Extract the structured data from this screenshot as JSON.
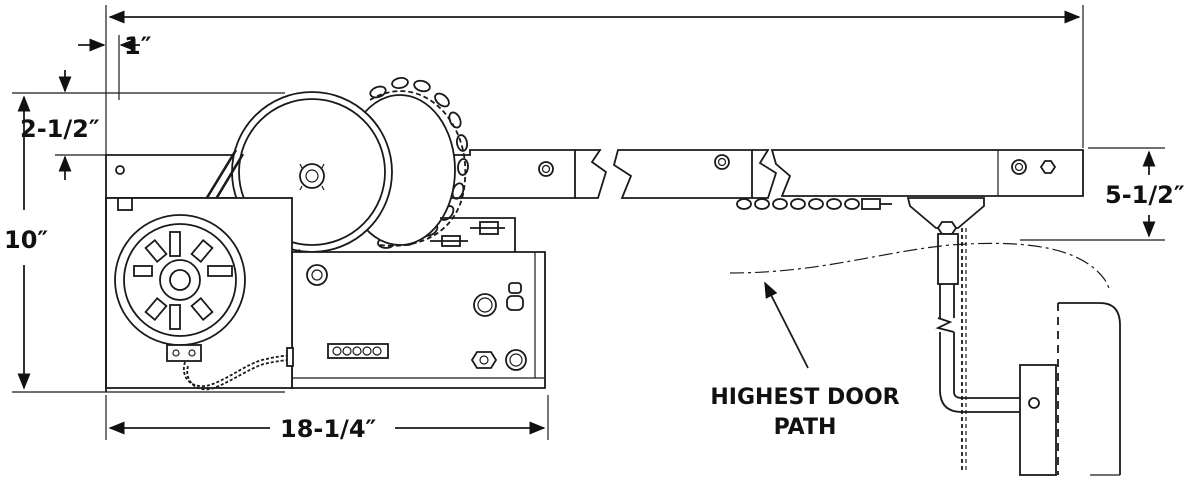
{
  "diagram": {
    "dimensions": {
      "offset_1": "1″",
      "top_gap": "2-1/2″",
      "total_height": "10″",
      "rail_height": "5-1/2″",
      "base_width": "18-1/4″"
    },
    "callout": {
      "line1": "HIGHEST DOOR",
      "line2": "PATH"
    }
  }
}
